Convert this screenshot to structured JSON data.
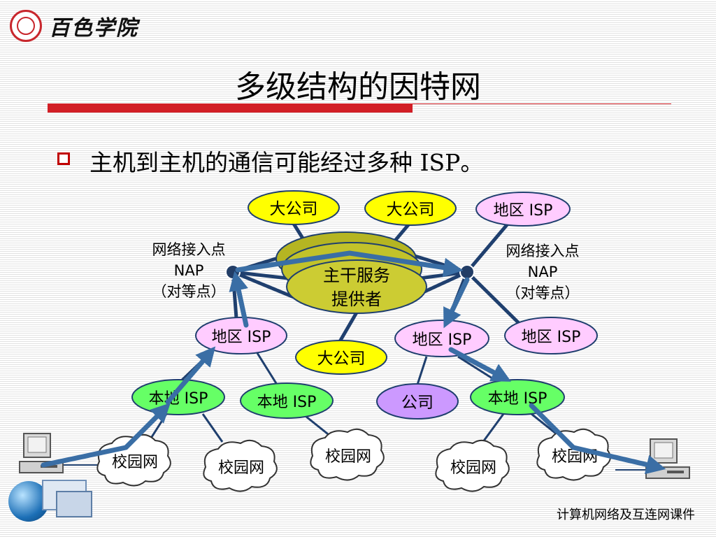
{
  "logo": {
    "text": "百色学院"
  },
  "slide": {
    "title": "多级结构的因特网",
    "bullet": "主机到主机的通信可能经过多种 ISP。"
  },
  "diagram": {
    "nodes": {
      "big_company_1": "大公司",
      "big_company_2": "大公司",
      "big_company_3": "大公司",
      "regional_isp_top": "地区 ISP",
      "backbone_line1": "主干服务",
      "backbone_line2": "提供者",
      "regional_isp_left": "地区 ISP",
      "regional_isp_mid": "地区 ISP",
      "regional_isp_right": "地区 ISP",
      "local_isp_1": "本地 ISP",
      "local_isp_2": "本地 ISP",
      "local_isp_3": "本地 ISP",
      "company": "公司",
      "campus_1": "校园网",
      "campus_2": "校园网",
      "campus_3": "校园网",
      "campus_4": "校园网",
      "campus_5": "校园网"
    },
    "nap_left": {
      "line1": "网络接入点",
      "line2": "NAP",
      "line3": "（对等点）"
    },
    "nap_right": {
      "line1": "网络接入点",
      "line2": "NAP",
      "line3": "（对等点）"
    }
  },
  "footer": "计算机网络及互连网课件",
  "colors": {
    "yellow_node": "#ffff00",
    "pink_node": "#ffccff",
    "green_node": "#66ff66",
    "purple_node": "#cc99ff",
    "backbone": "#cccc33",
    "link": "#1f3f6e",
    "arrow": "#3a6ea5",
    "title_bar": "#d21f26"
  },
  "icons": [
    "seal-logo-icon",
    "computer-icon",
    "globe-icon",
    "window-icon"
  ]
}
